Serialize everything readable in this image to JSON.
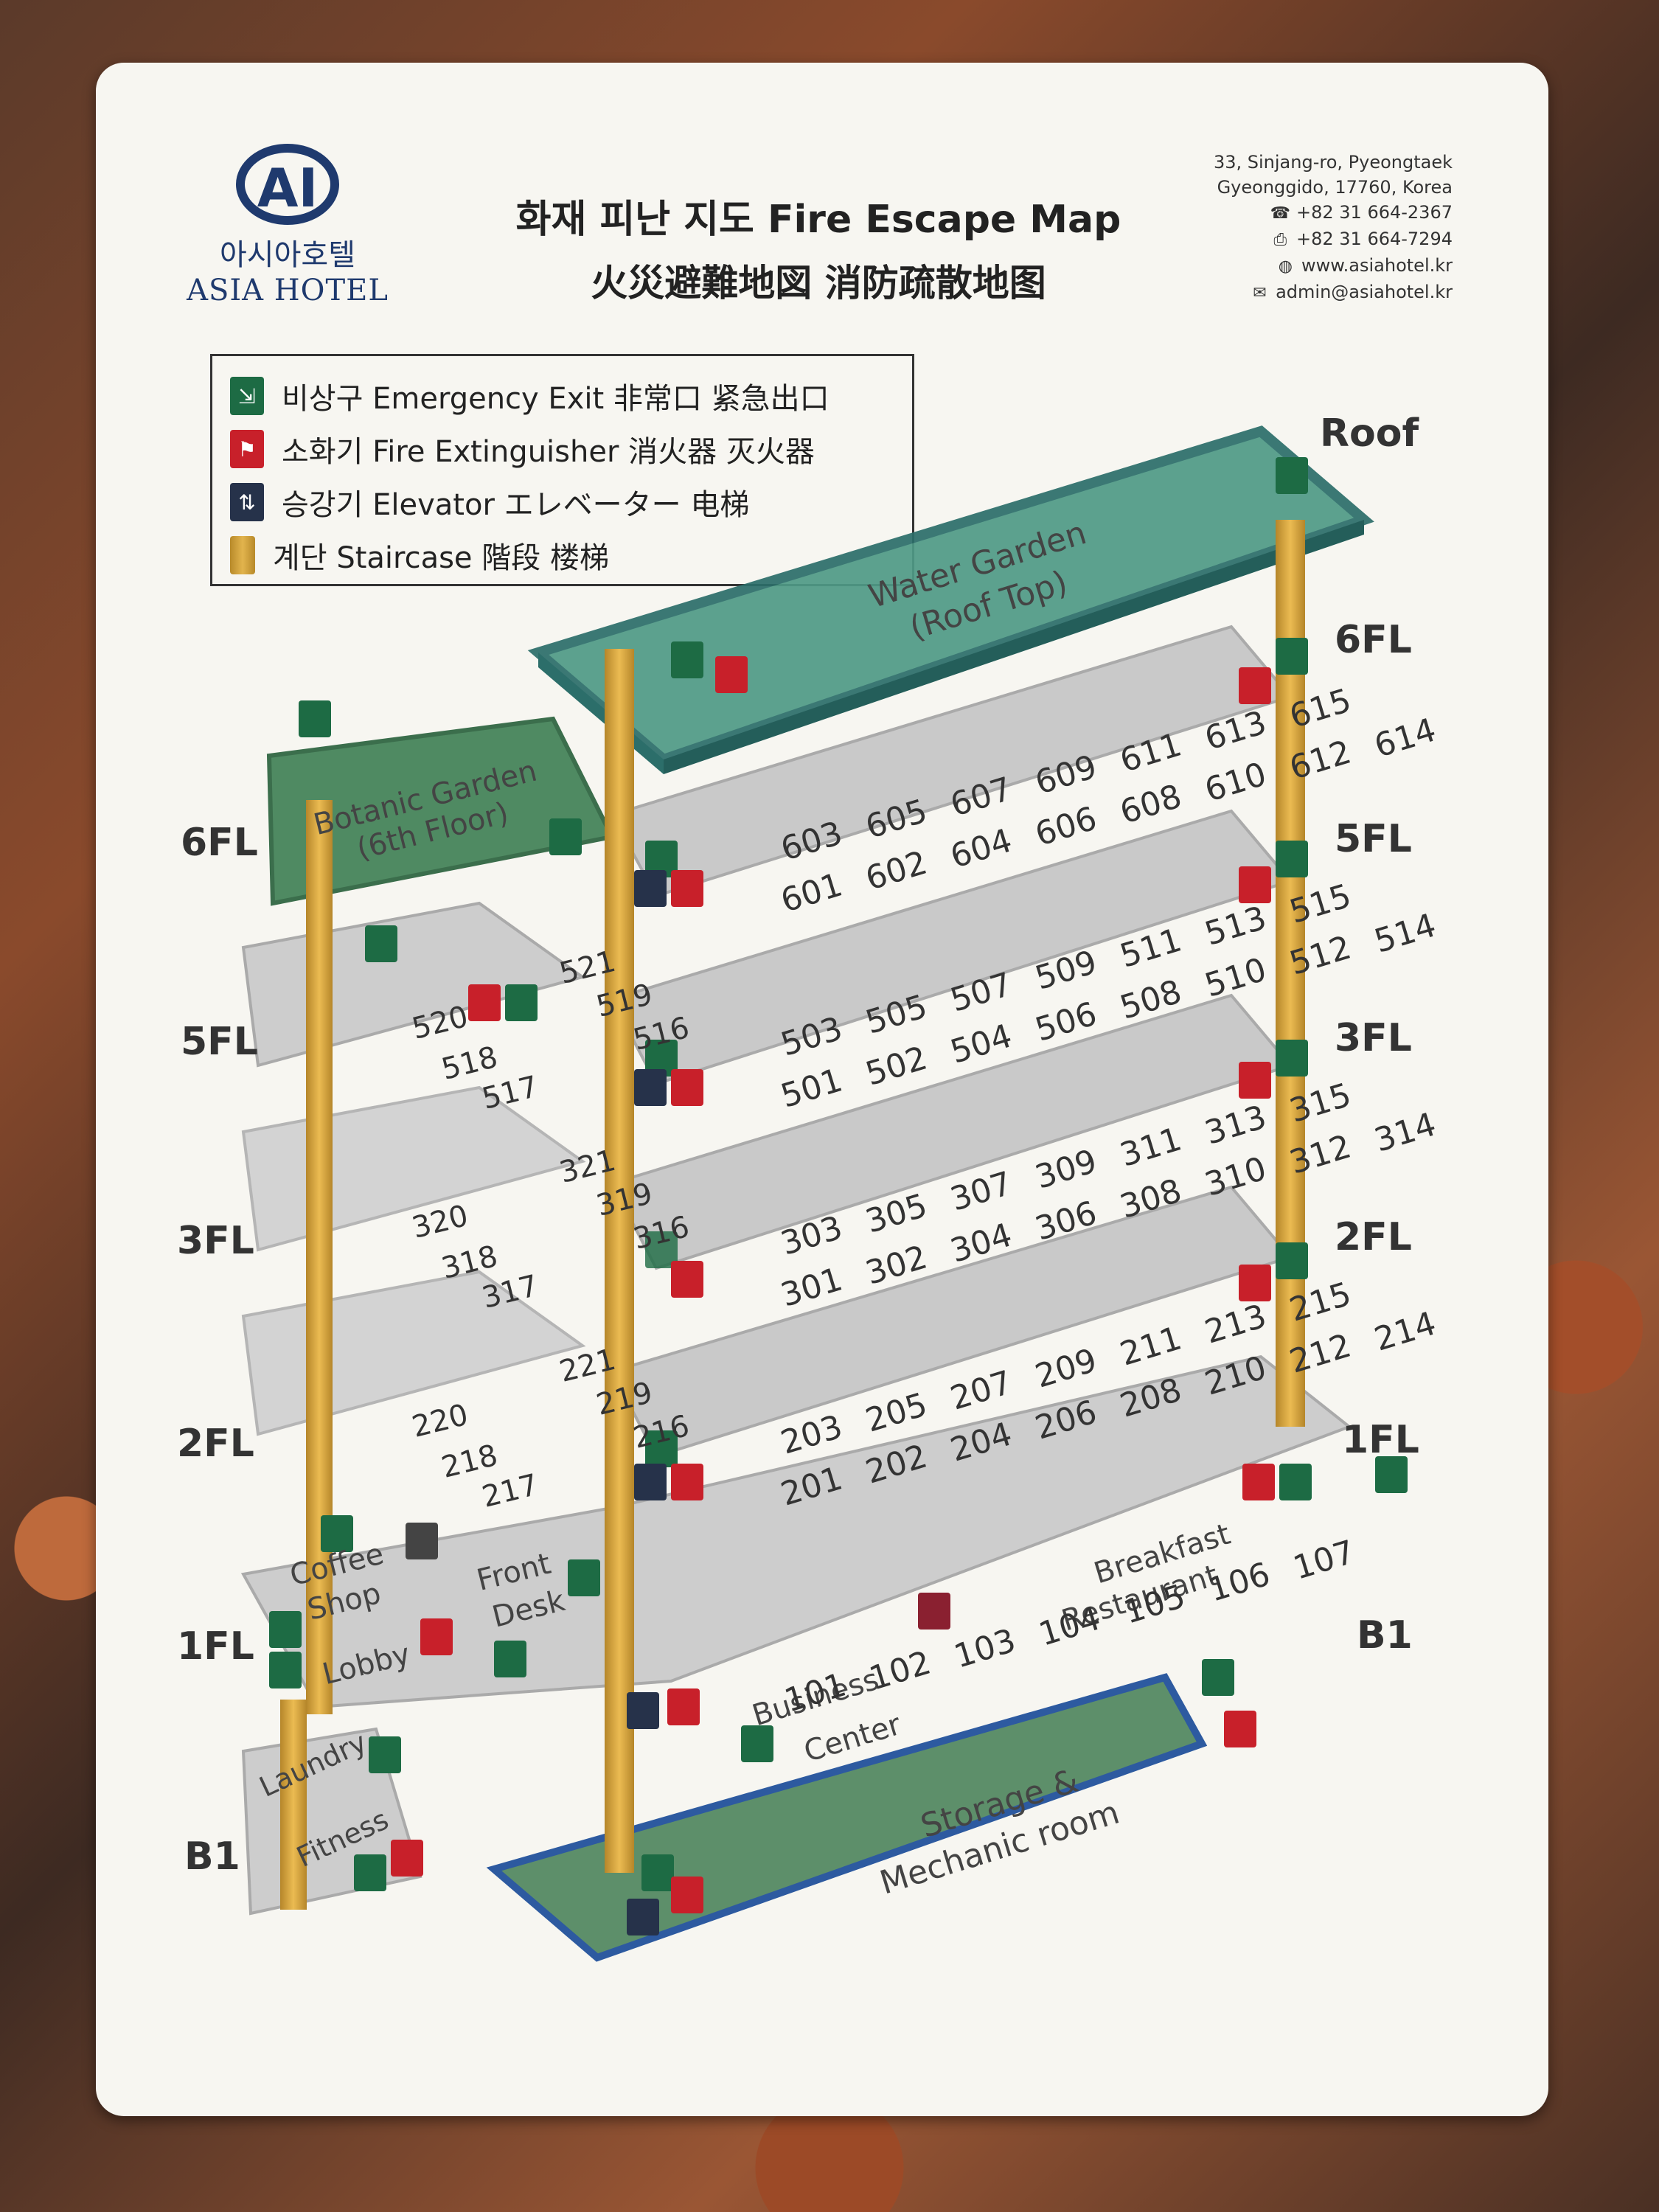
{
  "hotel": {
    "name_ko": "아시아호텔",
    "name_en": "ASIA HOTEL",
    "logo_letters": "AI"
  },
  "title": {
    "line1": "화재 피난 지도  Fire Escape Map",
    "line2": "火災避難地図  消防疏散地图"
  },
  "contact": {
    "address1": "33, Sinjang-ro, Pyeongtaek",
    "address2": "Gyeonggido, 17760, Korea",
    "phone": "+82 31 664-2367",
    "fax": "+82 31 664-7294",
    "web": "www.asiahotel.kr",
    "email": "admin@asiahotel.kr"
  },
  "legend": [
    {
      "icon": "emergency-exit-icon",
      "text": "비상구  Emergency Exit  非常口  紧急出口"
    },
    {
      "icon": "fire-extinguisher-icon",
      "text": "소화기  Fire Extinguisher  消火器  灭火器"
    },
    {
      "icon": "elevator-icon",
      "text": "승강기  Elevator  エレベーター  电梯"
    },
    {
      "icon": "staircase-icon",
      "text": "계단  Staircase  階段  楼梯"
    }
  ],
  "floor_labels_left": [
    "6FL",
    "5FL",
    "3FL",
    "2FL",
    "1FL",
    "B1"
  ],
  "floor_labels_right": [
    "Roof",
    "6FL",
    "5FL",
    "3FL",
    "2FL",
    "1FL",
    "B1"
  ],
  "areas": {
    "water_garden_1": "Water  Garden",
    "water_garden_2": "(Roof Top)",
    "botanic_1": "Botanic Garden",
    "botanic_2": "(6th Floor)",
    "coffee_1": "Coffee",
    "coffee_2": "Shop",
    "front_1": "Front",
    "front_2": "Desk",
    "lobby": "Lobby",
    "breakfast_1": "Breakfast",
    "breakfast_2": "Restaurant",
    "business_1": "Business",
    "business_2": "Center",
    "storage_1": "Storage &",
    "storage_2": "Mechanic room",
    "laundry": "Laundry",
    "fitness": "Fitness"
  },
  "rooms": {
    "f6_back": [
      "603",
      "605",
      "607",
      "609",
      "611",
      "613",
      "615"
    ],
    "f6_front": [
      "601",
      "602",
      "604",
      "606",
      "608",
      "610",
      "612",
      "614"
    ],
    "f5_back": [
      "503",
      "505",
      "507",
      "509",
      "511",
      "513",
      "515"
    ],
    "f5_front": [
      "501",
      "502",
      "504",
      "506",
      "508",
      "510",
      "512",
      "514"
    ],
    "f3_back": [
      "303",
      "305",
      "307",
      "309",
      "311",
      "313",
      "315"
    ],
    "f3_front": [
      "301",
      "302",
      "304",
      "306",
      "308",
      "310",
      "312",
      "314"
    ],
    "f2_back": [
      "203",
      "205",
      "207",
      "209",
      "211",
      "213",
      "215"
    ],
    "f2_front": [
      "201",
      "202",
      "204",
      "206",
      "208",
      "210",
      "212",
      "214"
    ],
    "f1": [
      "101",
      "102",
      "103",
      "104",
      "105",
      "106",
      "107"
    ],
    "w5": [
      "521",
      "519",
      "516",
      "520",
      "518",
      "517"
    ],
    "w3": [
      "321",
      "319",
      "316",
      "320",
      "318",
      "317"
    ],
    "w2": [
      "221",
      "219",
      "216",
      "220",
      "218",
      "217"
    ]
  },
  "colors": {
    "card": "#f7f6f1",
    "floor_gray": "#c9c9c9",
    "garden_green": "#4f8a62",
    "roof_teal": "#2c6e6a",
    "storage_green": "#5d8f6a",
    "storage_blue": "#2d5aa0",
    "stair_gold": "#d9a83f",
    "exit_green": "#1d6b44",
    "extinguisher_red": "#c8202a",
    "elevator_navy": "#26324a"
  }
}
